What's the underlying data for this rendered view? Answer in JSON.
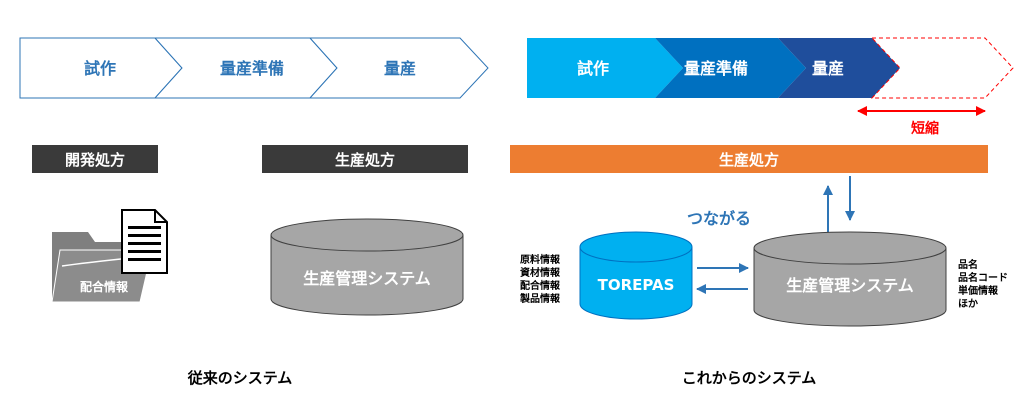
{
  "left": {
    "steps": [
      "試作",
      "量産準備",
      "量産"
    ],
    "labels": {
      "dev": "開発処方",
      "prod": "生産処方"
    },
    "folder_label": "配合情報",
    "db_label": "生産管理システム",
    "caption": "従来のシステム"
  },
  "right": {
    "steps": [
      "試作",
      "量産準備",
      "量産"
    ],
    "shorten_label": "短縮",
    "prod_label": "生産処方",
    "connect_label": "つながる",
    "torepas_label": "TOREPAS",
    "db_label": "生産管理システム",
    "inputs": [
      "原料情報",
      "資材情報",
      "配合情報",
      "製品情報"
    ],
    "outputs": [
      "品名",
      "品名コード",
      "単価情報",
      "ほか"
    ],
    "caption": "これからのシステム"
  },
  "colors": {
    "arrow_outline": "#2e75b6",
    "step_text": "#2e75b6",
    "light_blue": "#00b0f0",
    "mid_blue": "#0070c0",
    "dark_blue": "#1f4e9c",
    "red": "#ff0000",
    "dark_label": "#3a3a3a",
    "orange": "#ed7d31",
    "gray_db": "#a6a6a6",
    "folder_gray": "#7f7f7f"
  }
}
